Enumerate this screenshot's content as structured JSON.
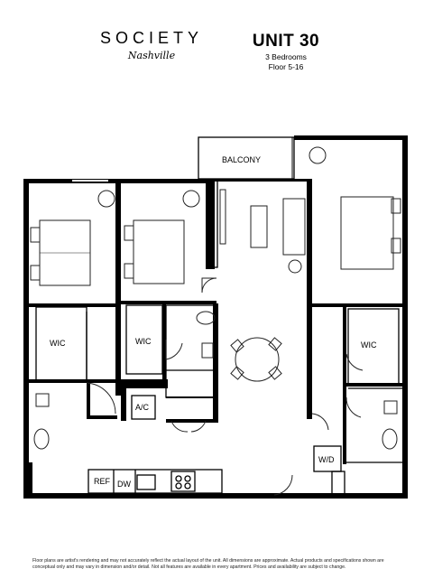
{
  "brand": {
    "name": "SOCIETY",
    "city": "Nashville"
  },
  "unit": {
    "title": "UNIT 30",
    "bedrooms": "3 Bedrooms",
    "floors": "Floor 5-16"
  },
  "rooms": {
    "balcony": "BALCONY",
    "wic_left": "WIC",
    "wic_middle": "WIC",
    "wic_right": "WIC",
    "ac": "A/C",
    "wd": "W/D",
    "ref": "REF",
    "dw": "DW"
  },
  "disclaimer": "Floor plans are artist's rendering and may not accurately reflect the actual layout of the unit. All dimensions are approximate. Actual products and specifications shown are conceptual only and may vary in dimension and/or detail. Not all features are available in every apartment. Prices and availability are subject to change."
}
